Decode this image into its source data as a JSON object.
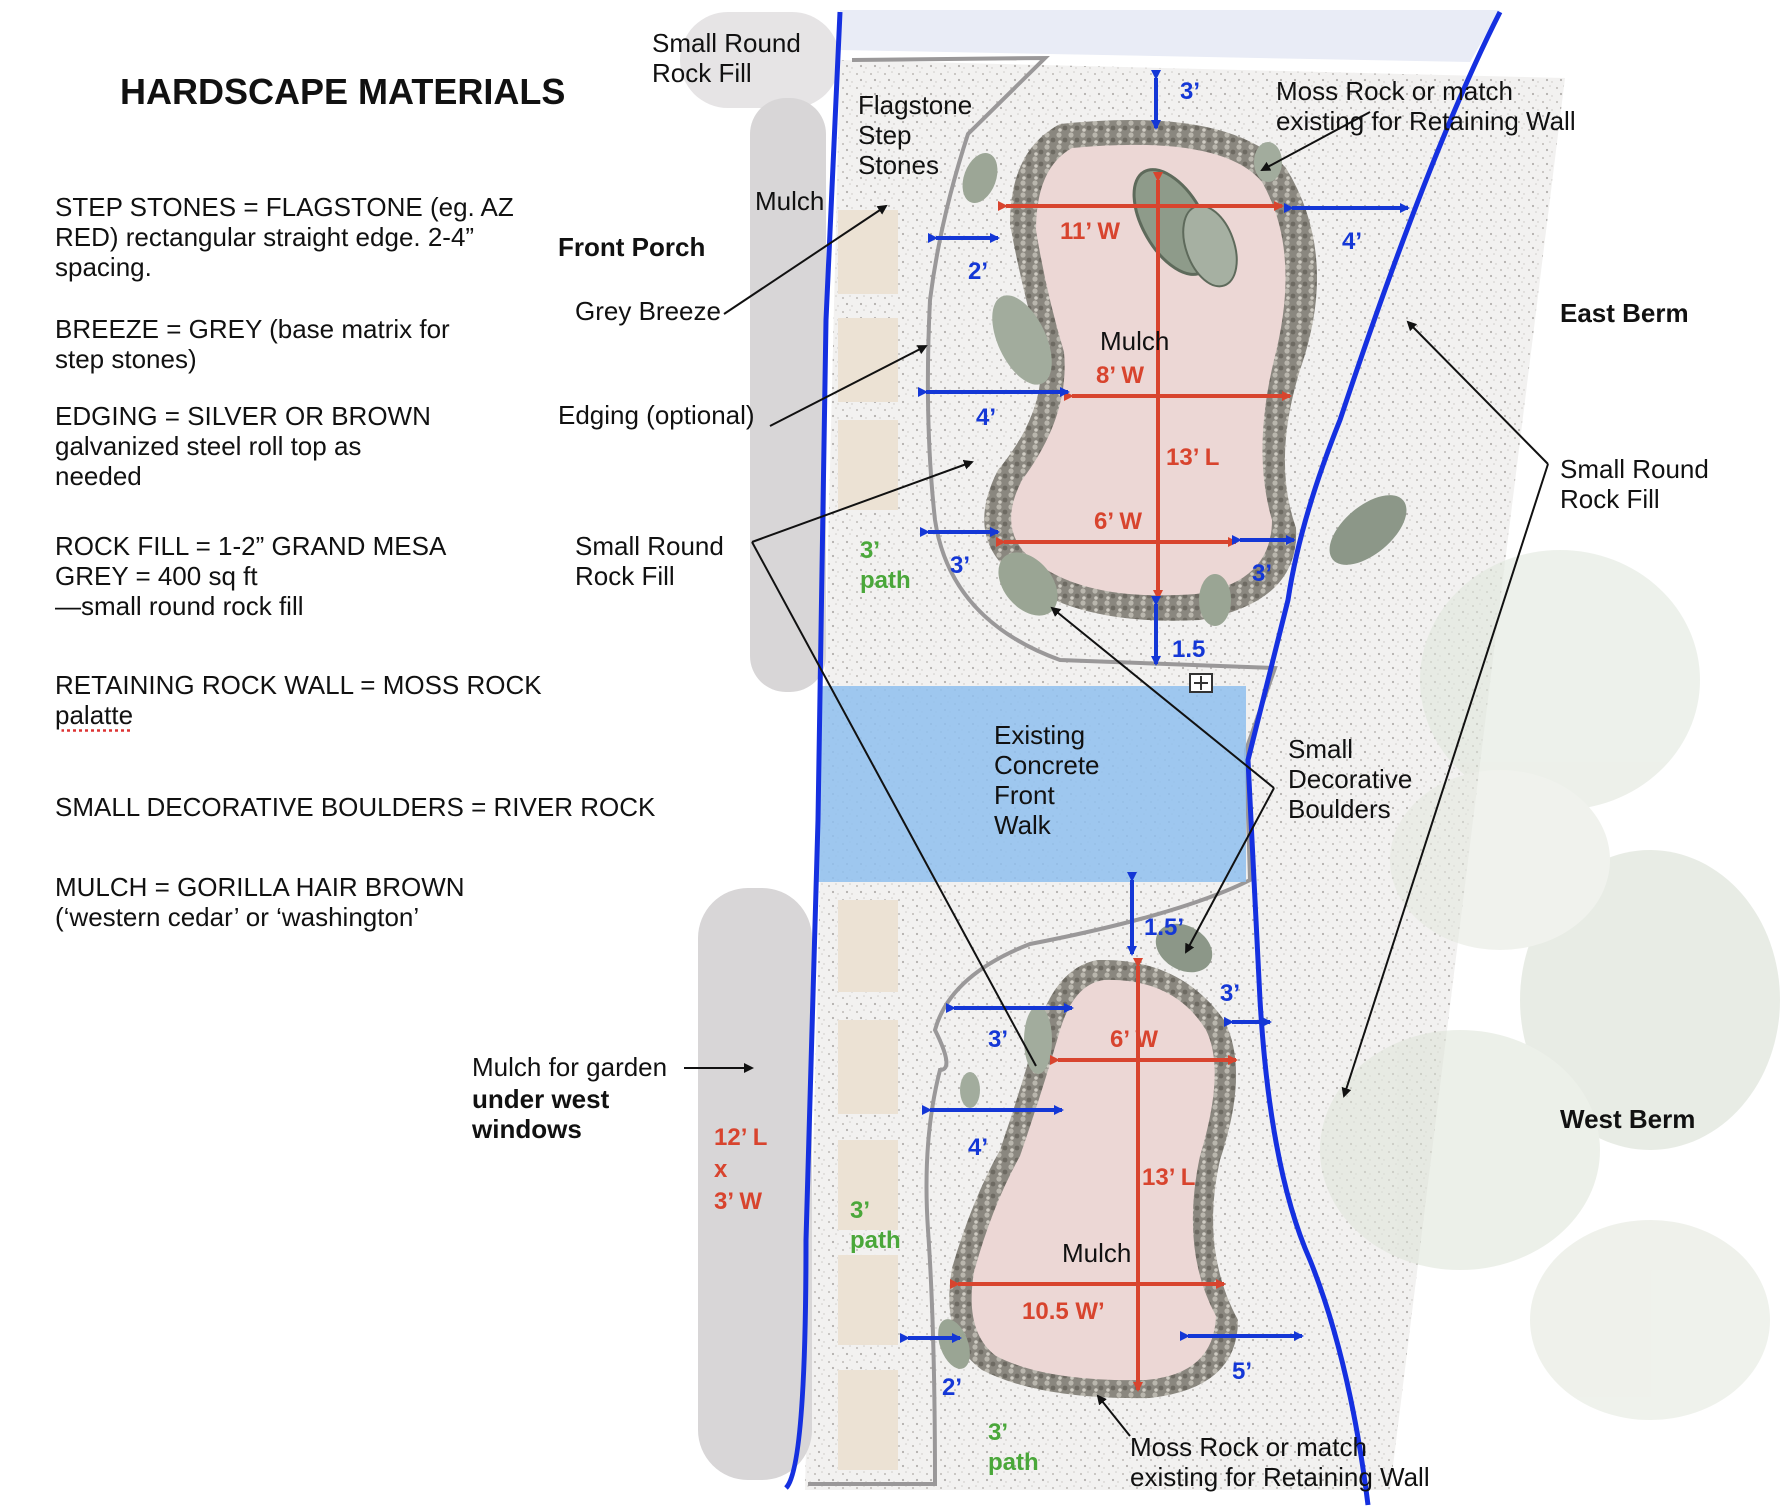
{
  "legend": {
    "title": "HARDSCAPE MATERIALS",
    "items": [
      "STEP STONES = FLAGSTONE (eg. AZ\nRED) rectangular straight edge. 2-4”\nspacing.",
      "BREEZE = GREY (base matrix for\nstep stones)",
      "EDGING = SILVER OR BROWN\ngalvanized steel roll top as\nneeded",
      "ROCK FILL = 1-2” GRAND MESA\nGREY = 400 sq ft\n   —small round rock fill",
      "RETAINING ROCK WALL = MOSS ROCK",
      "SMALL DECORATIVE BOULDERS = RIVER ROCK",
      "MULCH = GORILLA HAIR BROWN\n(‘western cedar’ or ‘washington’"
    ],
    "palatte_word": "palatte"
  },
  "labels": {
    "small_round_rock_fill_top": "Small Round\nRock Fill",
    "flagstone_step_stones": "Flagstone\nStep\nStones",
    "mulch_strip": "Mulch",
    "front_porch": "Front Porch",
    "grey_breeze": "Grey Breeze",
    "edging_optional": "Edging (optional)",
    "small_round_rock_fill_left": "Small Round\nRock Fill",
    "moss_rock_top": "Moss Rock or match\nexisting for Retaining Wall",
    "east_berm": "East Berm",
    "small_round_rock_fill_right": "Small Round\nRock Fill",
    "existing_concrete_front_walk": "Existing\nConcrete\nFront\nWalk",
    "small_decorative_boulders": "Small\nDecorative\nBoulders",
    "mulch_for_garden": "Mulch for garden",
    "under_west_windows": "under west\nwindows",
    "west_berm": "West Berm",
    "moss_rock_bottom": "Moss Rock or match\nexisting for Retaining Wall",
    "mulch_top_bed": "Mulch",
    "mulch_bottom_bed": "Mulch"
  },
  "dimensions": {
    "top_bed": {
      "w_top": "11’ W",
      "w_mid": "8’ W",
      "w_low": "6’ W",
      "length": "13’ L",
      "gap_top": "3’",
      "gap_right_top": "4’",
      "gap_left_top": "2’",
      "gap_left_mid": "4’",
      "gap_left_low": "3’",
      "gap_right_low": "3’",
      "gap_bottom": "1.5"
    },
    "bottom_bed": {
      "w_top": "6’  W",
      "w_bottom": "10.5 W’",
      "length": "13’ L",
      "gap_top": "1.5’",
      "gap_right_top": "3’",
      "gap_left_top": "3’",
      "gap_left_mid": "4’",
      "gap_left_low": "2’",
      "gap_right_low": "5’"
    },
    "mulch_garden": "12’ L\nx\n3’ W",
    "path_1": "3’\npath",
    "path_2": "3’\npath",
    "path_3": "3’\npath"
  },
  "colors": {
    "property_line": "#1530e0",
    "dimension_red": "#d8442e",
    "dimension_blue": "#1437d6",
    "path_green": "#4aa73a",
    "bed_fill": "#ecd7d5",
    "walk_fill": "#8fc0ee",
    "mulch_strip": "#d8d6d7",
    "edging": "#9a9899"
  }
}
